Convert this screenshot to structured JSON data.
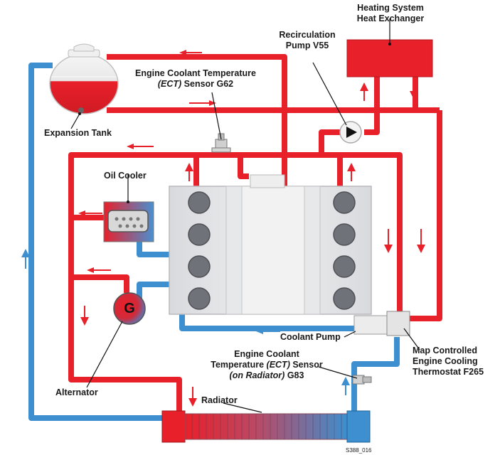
{
  "labels": {
    "heating_system": [
      "Heating System",
      "Heat Exchanger"
    ],
    "recirc_pump": [
      "Recirculation",
      "Pump V55"
    ],
    "ect_g62_line1": "Engine Coolant Temperature",
    "ect_g62_line2_italic": "(ECT)",
    "ect_g62_line2_rest": "Sensor G62",
    "expansion_tank": "Expansion Tank",
    "oil_cooler": "Oil Cooler",
    "alternator": "Alternator",
    "alternator_symbol": "G",
    "coolant_pump": "Coolant Pump",
    "thermostat": [
      "Map Controlled",
      "Engine Cooling",
      "Thermostat F265"
    ],
    "ect_g83_line1": "Engine Coolant",
    "ect_g83_line2a": "Temperature",
    "ect_g83_line2_italic": "(ECT)",
    "ect_g83_line2b": "Sensor",
    "ect_g83_line3_italic": "(on Radiator)",
    "ect_g83_line3b": "G83",
    "radiator": "Radiator",
    "figure_code": "S388_016"
  },
  "colors": {
    "hot": "#e8202a",
    "cold": "#3d8fcf",
    "engine": "#e3e4e6",
    "cylinder": "#6f7279"
  }
}
